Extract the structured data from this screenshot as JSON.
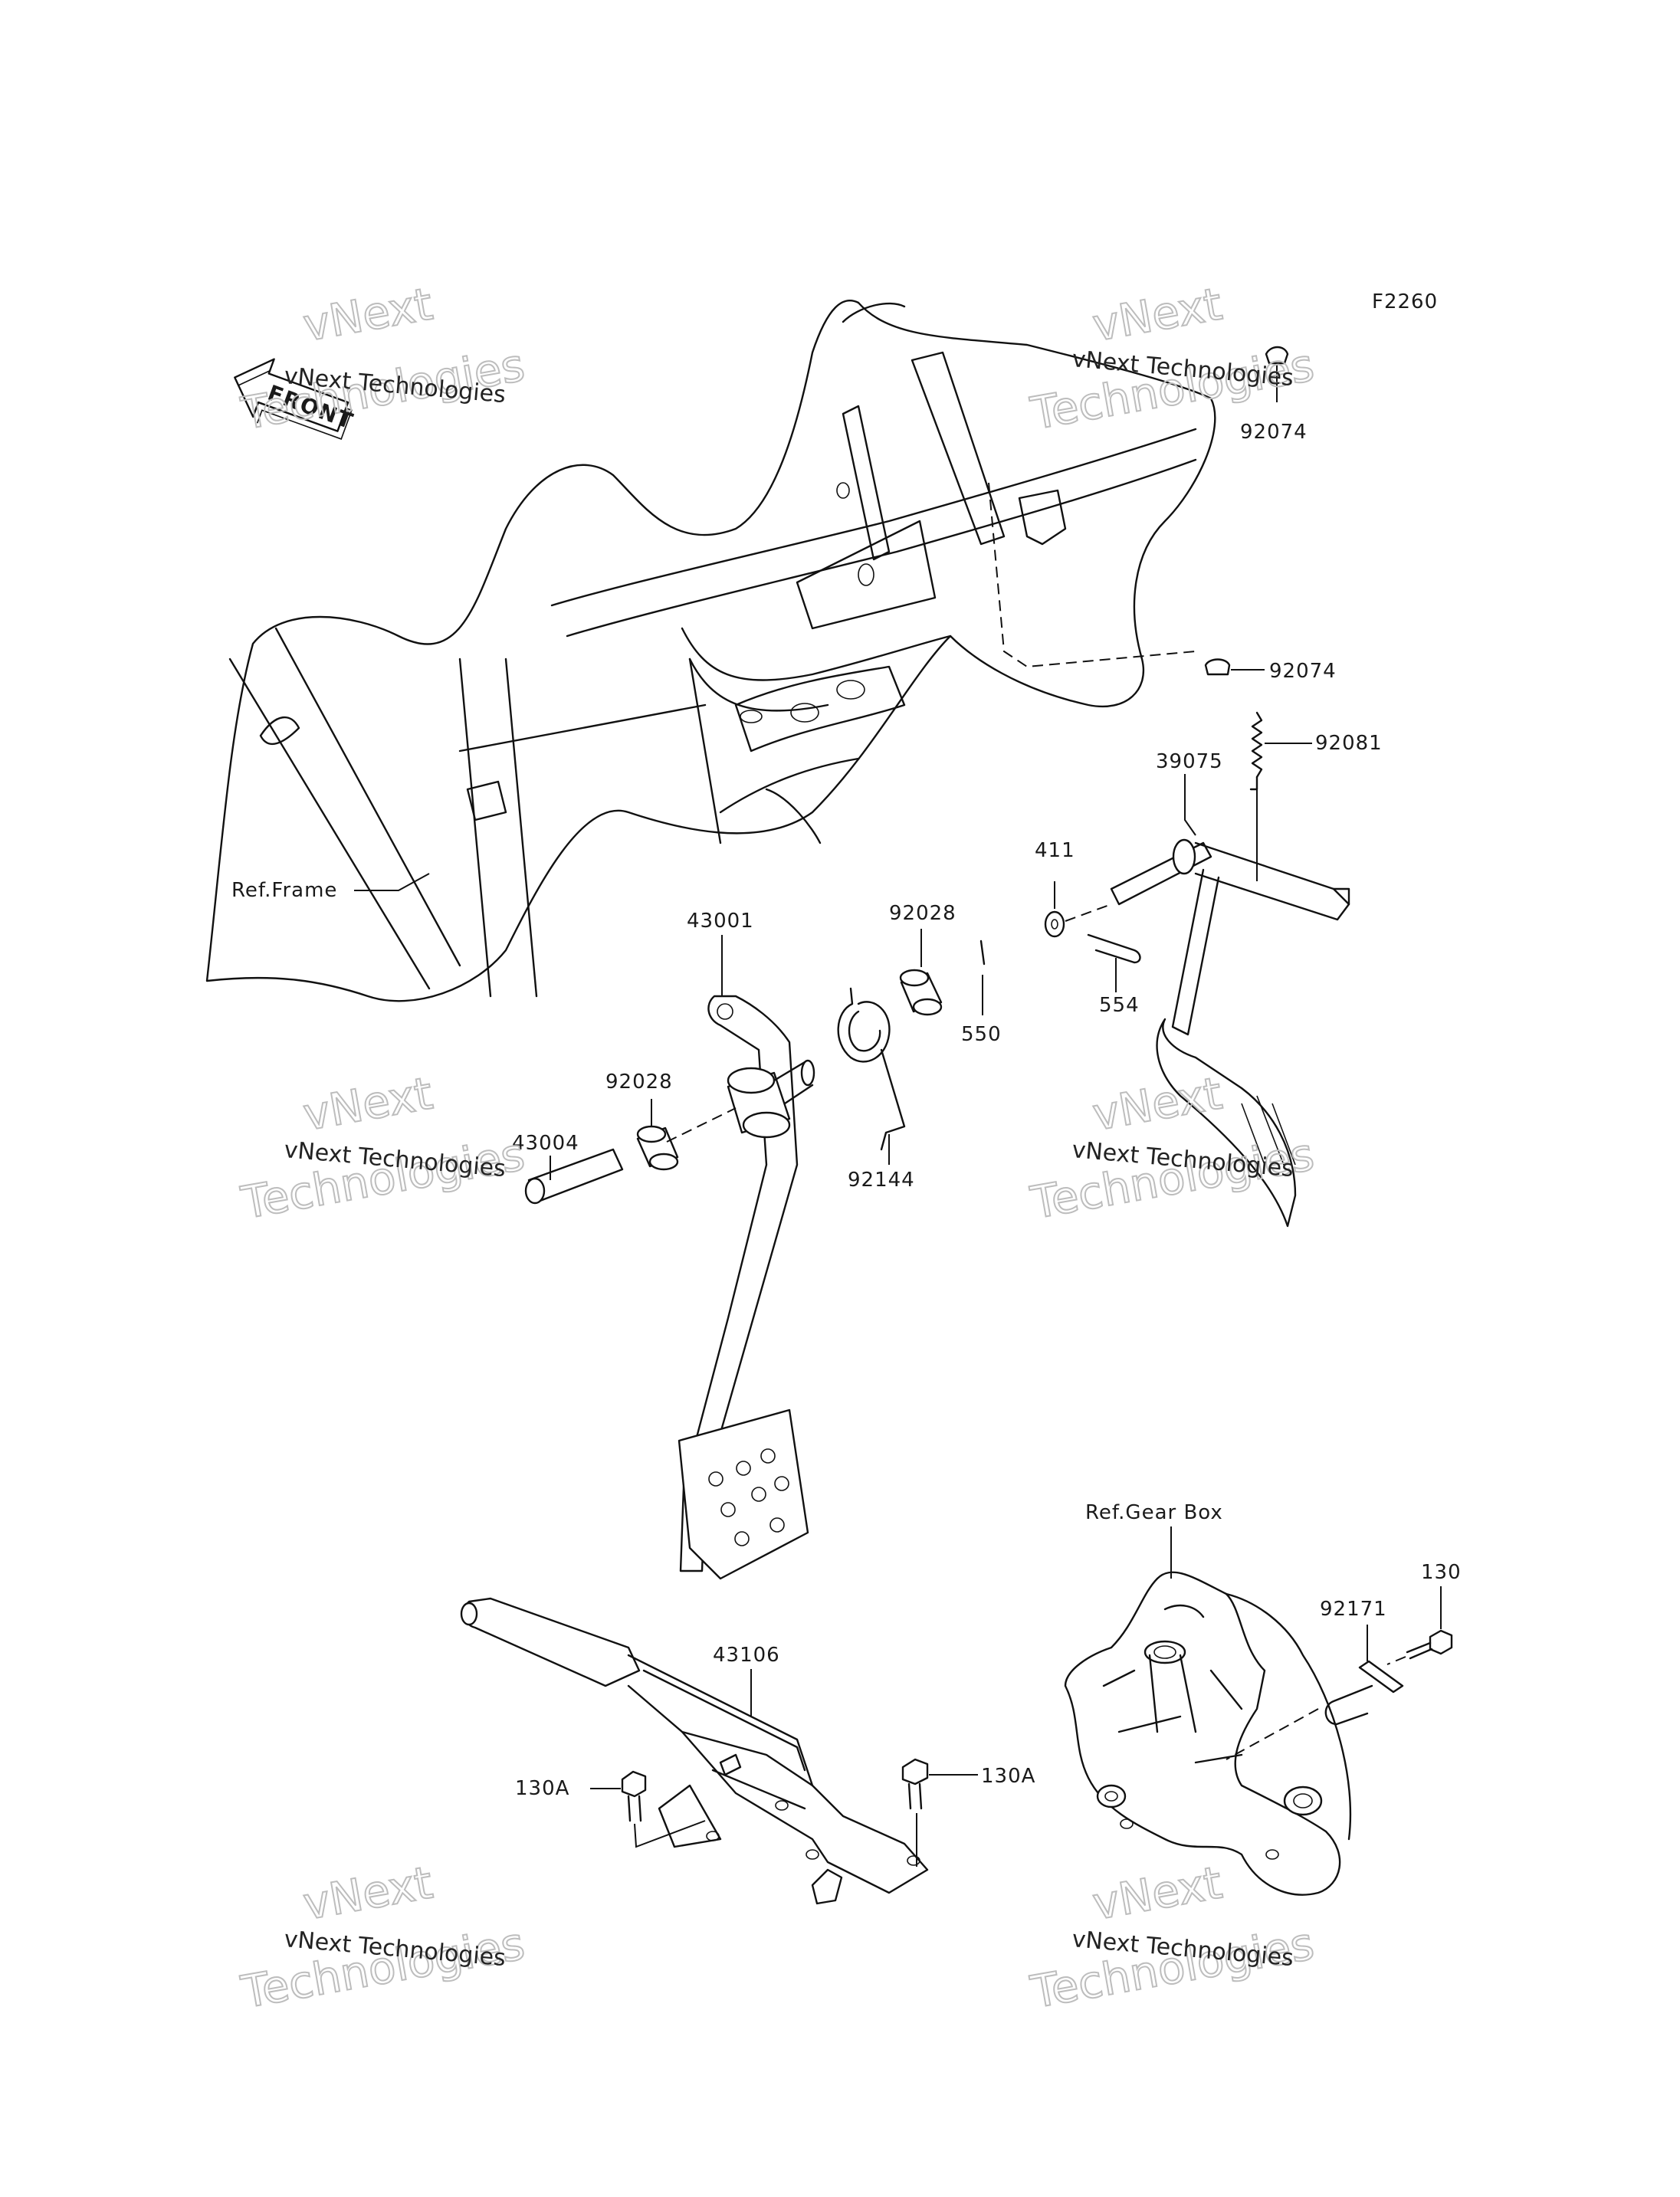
{
  "diagram_code": "F2260",
  "front_label": "FRONT",
  "watermark": {
    "line1": "vNext Technologies",
    "line2": "vNext",
    "line3": "Technologies"
  },
  "references": {
    "frame": "Ref.Frame",
    "gear_box": "Ref.Gear Box"
  },
  "parts": [
    {
      "id": "p-92074-top",
      "number": "92074"
    },
    {
      "id": "p-92074-mid",
      "number": "92074"
    },
    {
      "id": "p-92081",
      "number": "92081"
    },
    {
      "id": "p-39075",
      "number": "39075"
    },
    {
      "id": "p-411",
      "number": "411"
    },
    {
      "id": "p-554",
      "number": "554"
    },
    {
      "id": "p-43001",
      "number": "43001"
    },
    {
      "id": "p-92028-a",
      "number": "92028"
    },
    {
      "id": "p-550",
      "number": "550"
    },
    {
      "id": "p-92028-b",
      "number": "92028"
    },
    {
      "id": "p-43004",
      "number": "43004"
    },
    {
      "id": "p-92144",
      "number": "92144"
    },
    {
      "id": "p-130",
      "number": "130"
    },
    {
      "id": "p-92171",
      "number": "92171"
    },
    {
      "id": "p-43106",
      "number": "43106"
    },
    {
      "id": "p-130A-left",
      "number": "130A"
    },
    {
      "id": "p-130A-right",
      "number": "130A"
    }
  ]
}
